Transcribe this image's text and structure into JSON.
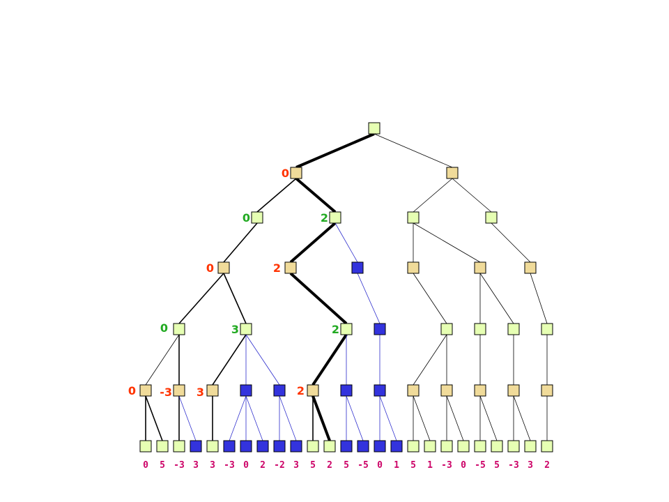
{
  "colors": {
    "max_node": "#f0db9a",
    "min_node": "#e6ffb3",
    "pruned_node": "#3333dd",
    "label_max": "#ff3300",
    "label_min": "#22aa22",
    "leaf_label": "#cc0066"
  },
  "nodes": [
    {
      "id": "root",
      "type": "min"
    },
    {
      "id": "a",
      "type": "max",
      "label": "0"
    },
    {
      "id": "b",
      "type": "max"
    },
    {
      "id": "a1",
      "type": "min",
      "label": "0"
    },
    {
      "id": "a2",
      "type": "min",
      "label": "2"
    },
    {
      "id": "b1",
      "type": "min"
    },
    {
      "id": "b2",
      "type": "min"
    },
    {
      "id": "c1",
      "type": "max",
      "label": "0"
    },
    {
      "id": "c2",
      "type": "max",
      "label": "2"
    },
    {
      "id": "c3",
      "type": "pruned"
    },
    {
      "id": "c4",
      "type": "max"
    },
    {
      "id": "c5",
      "type": "max"
    },
    {
      "id": "c6",
      "type": "max"
    },
    {
      "id": "d1",
      "type": "min",
      "label": "0"
    },
    {
      "id": "d2",
      "type": "min",
      "label": "3"
    },
    {
      "id": "d3",
      "type": "min",
      "label": "2"
    },
    {
      "id": "d4",
      "type": "pruned"
    },
    {
      "id": "d5",
      "type": "min"
    },
    {
      "id": "d6",
      "type": "min"
    },
    {
      "id": "d7",
      "type": "min"
    },
    {
      "id": "d8",
      "type": "min"
    },
    {
      "id": "e1",
      "type": "max",
      "label": "0"
    },
    {
      "id": "e2",
      "type": "max",
      "label": "-3"
    },
    {
      "id": "e3",
      "type": "max",
      "label": "3"
    },
    {
      "id": "e4",
      "type": "pruned"
    },
    {
      "id": "e5",
      "type": "pruned"
    },
    {
      "id": "e6",
      "type": "max",
      "label": "2"
    },
    {
      "id": "e7",
      "type": "pruned"
    },
    {
      "id": "e8",
      "type": "pruned"
    },
    {
      "id": "e9",
      "type": "max"
    },
    {
      "id": "e10",
      "type": "max"
    },
    {
      "id": "e11",
      "type": "max"
    },
    {
      "id": "e12",
      "type": "max"
    },
    {
      "id": "e13",
      "type": "max"
    }
  ],
  "leaves": [
    {
      "type": "min",
      "value": "0"
    },
    {
      "type": "min",
      "value": "5"
    },
    {
      "type": "min",
      "value": "-3"
    },
    {
      "type": "pruned",
      "value": "3"
    },
    {
      "type": "min",
      "value": "3"
    },
    {
      "type": "pruned",
      "value": "-3"
    },
    {
      "type": "pruned",
      "value": "0"
    },
    {
      "type": "pruned",
      "value": "2"
    },
    {
      "type": "pruned",
      "value": "-2"
    },
    {
      "type": "pruned",
      "value": "3"
    },
    {
      "type": "min",
      "value": "5"
    },
    {
      "type": "min",
      "value": "2"
    },
    {
      "type": "pruned",
      "value": "5"
    },
    {
      "type": "pruned",
      "value": "-5"
    },
    {
      "type": "pruned",
      "value": "0"
    },
    {
      "type": "pruned",
      "value": "1"
    },
    {
      "type": "min",
      "value": "5"
    },
    {
      "type": "min",
      "value": "1"
    },
    {
      "type": "min",
      "value": "-3"
    },
    {
      "type": "min",
      "value": "0"
    },
    {
      "type": "min",
      "value": "-5"
    },
    {
      "type": "min",
      "value": "5"
    },
    {
      "type": "min",
      "value": "-3"
    },
    {
      "type": "min",
      "value": "3"
    },
    {
      "type": "min",
      "value": "2"
    }
  ],
  "edges": [
    [
      "root",
      "a",
      "bold"
    ],
    [
      "root",
      "b",
      "thin"
    ],
    [
      "a",
      "a1",
      "mid"
    ],
    [
      "a",
      "a2",
      "bold"
    ],
    [
      "b",
      "b1",
      "thin"
    ],
    [
      "b",
      "b2",
      "thin"
    ],
    [
      "a1",
      "c1",
      "mid"
    ],
    [
      "a2",
      "c2",
      "bold"
    ],
    [
      "a2",
      "c3",
      "pruned"
    ],
    [
      "b1",
      "c4",
      "thin"
    ],
    [
      "b1",
      "c5",
      "thin"
    ],
    [
      "b2",
      "c6",
      "thin"
    ],
    [
      "c1",
      "d1",
      "mid"
    ],
    [
      "c1",
      "d2",
      "mid"
    ],
    [
      "c2",
      "d3",
      "bold"
    ],
    [
      "c3",
      "d4",
      "pruned"
    ],
    [
      "c4",
      "d5",
      "thin"
    ],
    [
      "c5",
      "d6",
      "thin"
    ],
    [
      "c5",
      "d7",
      "thin"
    ],
    [
      "c6",
      "d8",
      "thin"
    ],
    [
      "d1",
      "e1",
      "thin"
    ],
    [
      "d1",
      "e2",
      "mid"
    ],
    [
      "d2",
      "e3",
      "mid"
    ],
    [
      "d2",
      "e4",
      "pruned"
    ],
    [
      "d2",
      "e5",
      "pruned"
    ],
    [
      "d3",
      "e6",
      "bold"
    ],
    [
      "d3",
      "e7",
      "pruned"
    ],
    [
      "d4",
      "e8",
      "pruned"
    ],
    [
      "d5",
      "e9",
      "thin"
    ],
    [
      "d5",
      "e10",
      "thin"
    ],
    [
      "d6",
      "e11",
      "thin"
    ],
    [
      "d7",
      "e12",
      "thin"
    ],
    [
      "d8",
      "e13",
      "thin"
    ],
    [
      "e1",
      "L0",
      "mid"
    ],
    [
      "e1",
      "L1",
      "mid"
    ],
    [
      "e2",
      "L2",
      "mid"
    ],
    [
      "e2",
      "L3",
      "pruned"
    ],
    [
      "e3",
      "L4",
      "mid"
    ],
    [
      "e4",
      "L5",
      "pruned"
    ],
    [
      "e4",
      "L6",
      "pruned"
    ],
    [
      "e4",
      "L7",
      "pruned"
    ],
    [
      "e5",
      "L8",
      "pruned"
    ],
    [
      "e5",
      "L9",
      "pruned"
    ],
    [
      "e6",
      "L10",
      "mid"
    ],
    [
      "e6",
      "L11",
      "bold"
    ],
    [
      "e7",
      "L12",
      "pruned"
    ],
    [
      "e7",
      "L13",
      "pruned"
    ],
    [
      "e8",
      "L14",
      "pruned"
    ],
    [
      "e8",
      "L15",
      "pruned"
    ],
    [
      "e9",
      "L16",
      "thin"
    ],
    [
      "e9",
      "L17",
      "thin"
    ],
    [
      "e10",
      "L18",
      "thin"
    ],
    [
      "e10",
      "L19",
      "thin"
    ],
    [
      "e11",
      "L20",
      "thin"
    ],
    [
      "e11",
      "L21",
      "thin"
    ],
    [
      "e12",
      "L22",
      "thin"
    ],
    [
      "e12",
      "L23",
      "thin"
    ],
    [
      "e13",
      "L24",
      "thin"
    ]
  ]
}
